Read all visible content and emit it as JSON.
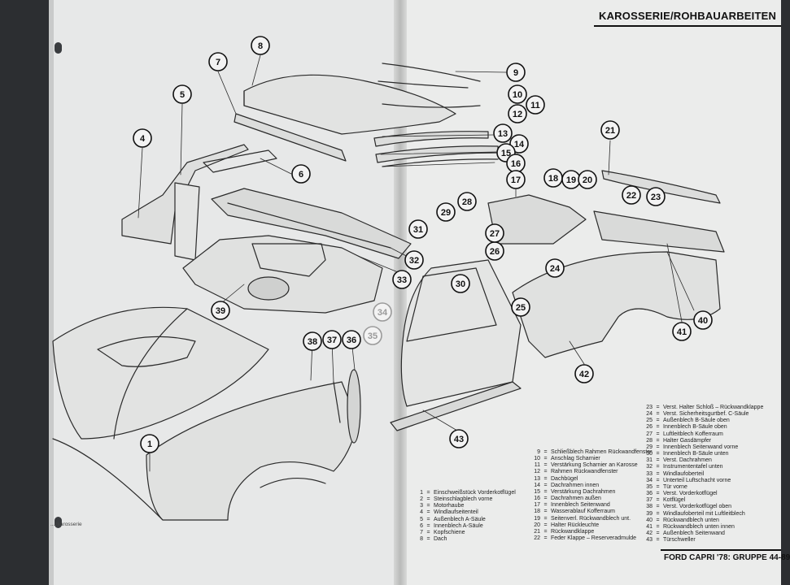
{
  "header": {
    "title": "KAROSSERIE/ROHBAUARBEITEN"
  },
  "footer": {
    "title": "FORD CAPRI '78: GRUPPE 44-89"
  },
  "caption": "...ckarosserie",
  "callouts": [
    "1",
    "4",
    "5",
    "6",
    "7",
    "8",
    "9",
    "10",
    "11",
    "12",
    "13",
    "14",
    "15",
    "16",
    "17",
    "18",
    "19",
    "20",
    "21",
    "22",
    "23",
    "24",
    "25",
    "26",
    "27",
    "28",
    "29",
    "30",
    "31",
    "32",
    "33",
    "34",
    "35",
    "36",
    "37",
    "38",
    "39",
    "40",
    "41",
    "42",
    "43"
  ],
  "legend_left": [
    {
      "num": "1",
      "text": "Einschweißstück Vorderkotflügel"
    },
    {
      "num": "2",
      "text": "Steinschlagblech vorne"
    },
    {
      "num": "3",
      "text": "Motorhaube"
    },
    {
      "num": "4",
      "text": "Windlaufseitenteil"
    },
    {
      "num": "5",
      "text": "Außenblech A-Säule"
    },
    {
      "num": "6",
      "text": "Innenblech A-Säule"
    },
    {
      "num": "7",
      "text": "Kopfschiene"
    },
    {
      "num": "8",
      "text": "Dach"
    }
  ],
  "legend_middle": [
    {
      "num": "9",
      "text": "Schließblech Rahmen Rückwandfenster"
    },
    {
      "num": "10",
      "text": "Anschlag Scharnier"
    },
    {
      "num": "11",
      "text": "Verstärkung Scharnier an Karosse"
    },
    {
      "num": "12",
      "text": "Rahmen Rückwandfenster"
    },
    {
      "num": "13",
      "text": "Dachbügel"
    },
    {
      "num": "14",
      "text": "Dachrahmen innen"
    },
    {
      "num": "15",
      "text": "Verstärkung Dachrahmen"
    },
    {
      "num": "16",
      "text": "Dachrahmen außen"
    },
    {
      "num": "17",
      "text": "Innenblech Seitenwand"
    },
    {
      "num": "18",
      "text": "Wasserablauf Kofferraum"
    },
    {
      "num": "19",
      "text": "Seitenverl. Rückwandblech unt."
    },
    {
      "num": "20",
      "text": "Halter Rückleuchte"
    },
    {
      "num": "21",
      "text": "Rückwandklappe"
    },
    {
      "num": "22",
      "text": "Feder Klappe – Reserveradmulde"
    }
  ],
  "legend_right": [
    {
      "num": "23",
      "text": "Verst. Halter Schloß – Rückwandklappe"
    },
    {
      "num": "24",
      "text": "Verst. Sicherheitsgurtbef. C-Säule"
    },
    {
      "num": "25",
      "text": "Außenblech B-Säule oben"
    },
    {
      "num": "26",
      "text": "Innenblech B-Säule oben"
    },
    {
      "num": "27",
      "text": "Luftleitblech Kofferraum"
    },
    {
      "num": "28",
      "text": "Halter Gasdämpfer"
    },
    {
      "num": "29",
      "text": "Innenblech Seitenwand vorne"
    },
    {
      "num": "30",
      "text": "Innenblech B-Säule unten"
    },
    {
      "num": "31",
      "text": "Verst. Dachrahmen"
    },
    {
      "num": "32",
      "text": "Instrumententafel unten"
    },
    {
      "num": "33",
      "text": "Windlaufoberteil"
    },
    {
      "num": "34",
      "text": "Unterteil Luftschacht vorne"
    },
    {
      "num": "35",
      "text": "Tür vorne"
    },
    {
      "num": "36",
      "text": "Verst. Vorderkotflügel"
    },
    {
      "num": "37",
      "text": "Kotflügel"
    },
    {
      "num": "38",
      "text": "Verst. Vorderkotflügel oben"
    },
    {
      "num": "39",
      "text": "Windlaufoberteil mit Luftleitblech"
    },
    {
      "num": "40",
      "text": "Rückwandblech unten"
    },
    {
      "num": "41",
      "text": "Rückwandblech unten innen"
    },
    {
      "num": "42",
      "text": "Außenblech Seitenwand"
    },
    {
      "num": "43",
      "text": "Türschweller"
    }
  ]
}
